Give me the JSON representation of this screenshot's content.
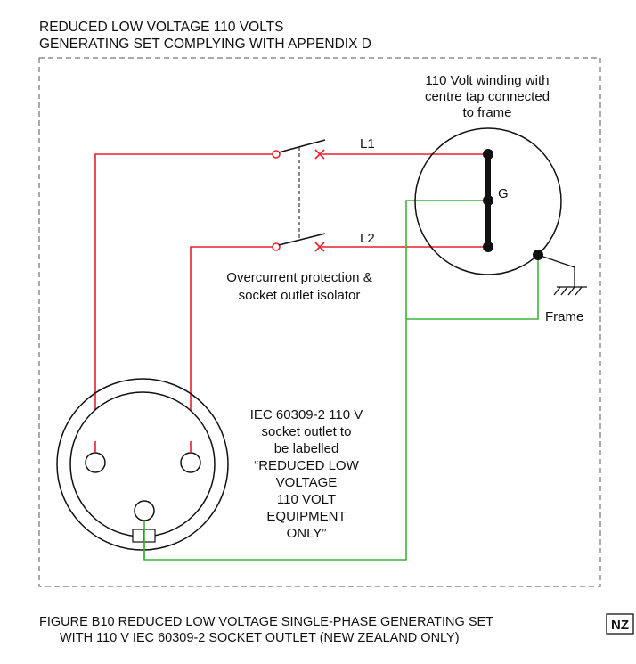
{
  "heading": {
    "line1": "REDUCED LOW VOLTAGE 110 VOLTS",
    "line2": "GENERATING SET COMPLYING WITH APPENDIX D"
  },
  "winding_note": {
    "line1": "110 Volt winding with",
    "line2": "centre tap connected",
    "line3": "to frame"
  },
  "labels": {
    "l1": "L1",
    "l2": "L2",
    "g": "G",
    "frame": "Frame"
  },
  "protection_note": {
    "line1": "Overcurrent protection &",
    "line2": "socket outlet isolator"
  },
  "socket_note": {
    "line1": "IEC 60309-2 110 V",
    "line2": "socket outlet to",
    "line3": "be labelled",
    "line4": "“REDUCED LOW",
    "line5": "VOLTAGE",
    "line6": "110 VOLT",
    "line7": "EQUIPMENT",
    "line8": "ONLY”"
  },
  "caption": {
    "line1": "FIGURE  B10   REDUCED LOW VOLTAGE SINGLE-PHASE GENERATING SET",
    "line2": "WITH 110 V IEC 60309-2 SOCKET OUTLET (NEW ZEALAND ONLY)"
  },
  "badge": "NZ",
  "colors": {
    "phase_wire": "#e8202a",
    "earth_wire": "#3cb43c",
    "ink": "#111111",
    "border_dash": "#555555"
  }
}
